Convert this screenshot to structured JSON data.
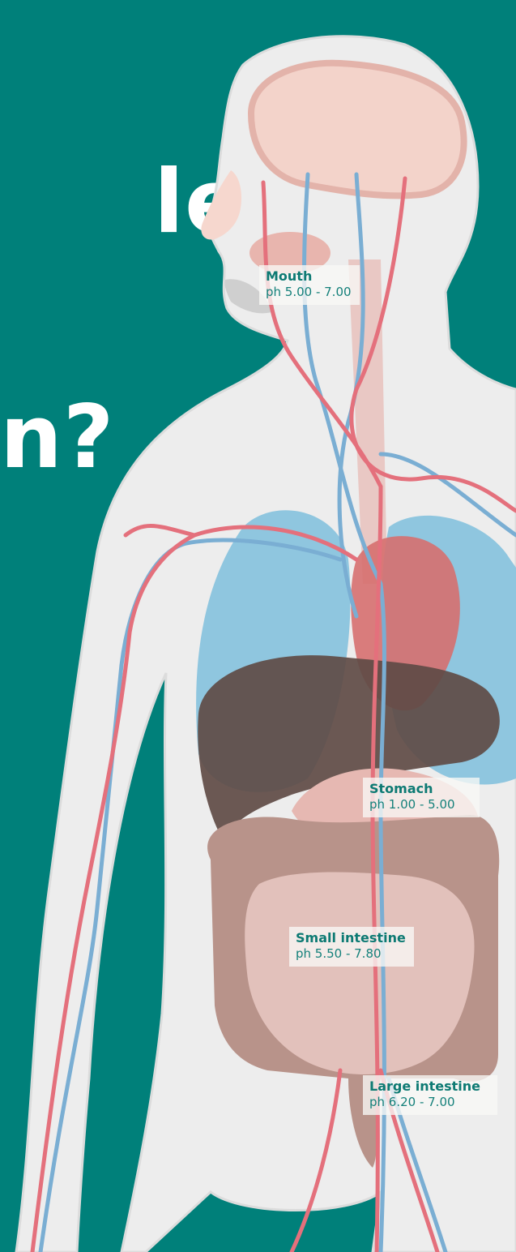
{
  "headline": {
    "line_1": "le",
    "line_2": "n?"
  },
  "colors": {
    "background": "#00807a",
    "body_silhouette": "#ededed",
    "brain": "#f3d3ca",
    "lungs": "#8fc6df",
    "liver": "#5f4b45",
    "stomach": "#e6b8b2",
    "intestine": "#b8938a",
    "arteries": "#e4707c",
    "veins": "#7aaed3",
    "label_text": "#0d7a73"
  },
  "labels": [
    {
      "name": "Mouth",
      "ph": "ph 5.00 - 7.00"
    },
    {
      "name": "Stomach",
      "ph": "ph 1.00 - 5.00"
    },
    {
      "name": "Small intestine",
      "ph": "ph 5.50 - 7.80"
    },
    {
      "name": "Large intestine",
      "ph": "ph 6.20 - 7.00"
    }
  ]
}
